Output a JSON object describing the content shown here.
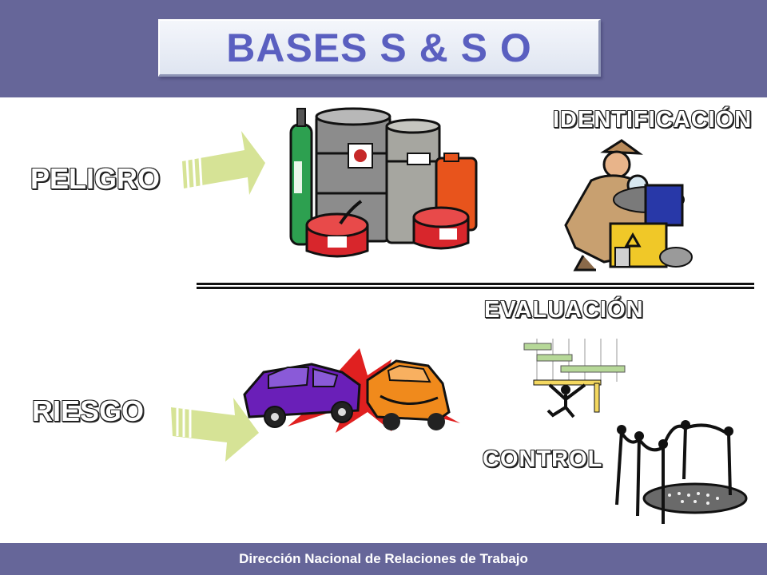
{
  "title": "BASES S & S O",
  "left_labels": {
    "hazard": "PELIGRO",
    "risk": "RIESGO"
  },
  "step_labels": {
    "identification": "IDENTIFICACIÓN",
    "evaluation": "EVALUACIÓN",
    "control": "CONTROL"
  },
  "footer": "Dirección Nacional de Relaciones de Trabajo",
  "colors": {
    "band": "#666699",
    "title_text": "#5a5fc0",
    "arrow": "#d6e396"
  },
  "icons": [
    "arrow-right-icon",
    "hazardous-containers-icon",
    "detective-icon",
    "car-crash-icon",
    "measuring-figure-icon",
    "barrier-manhole-icon"
  ]
}
